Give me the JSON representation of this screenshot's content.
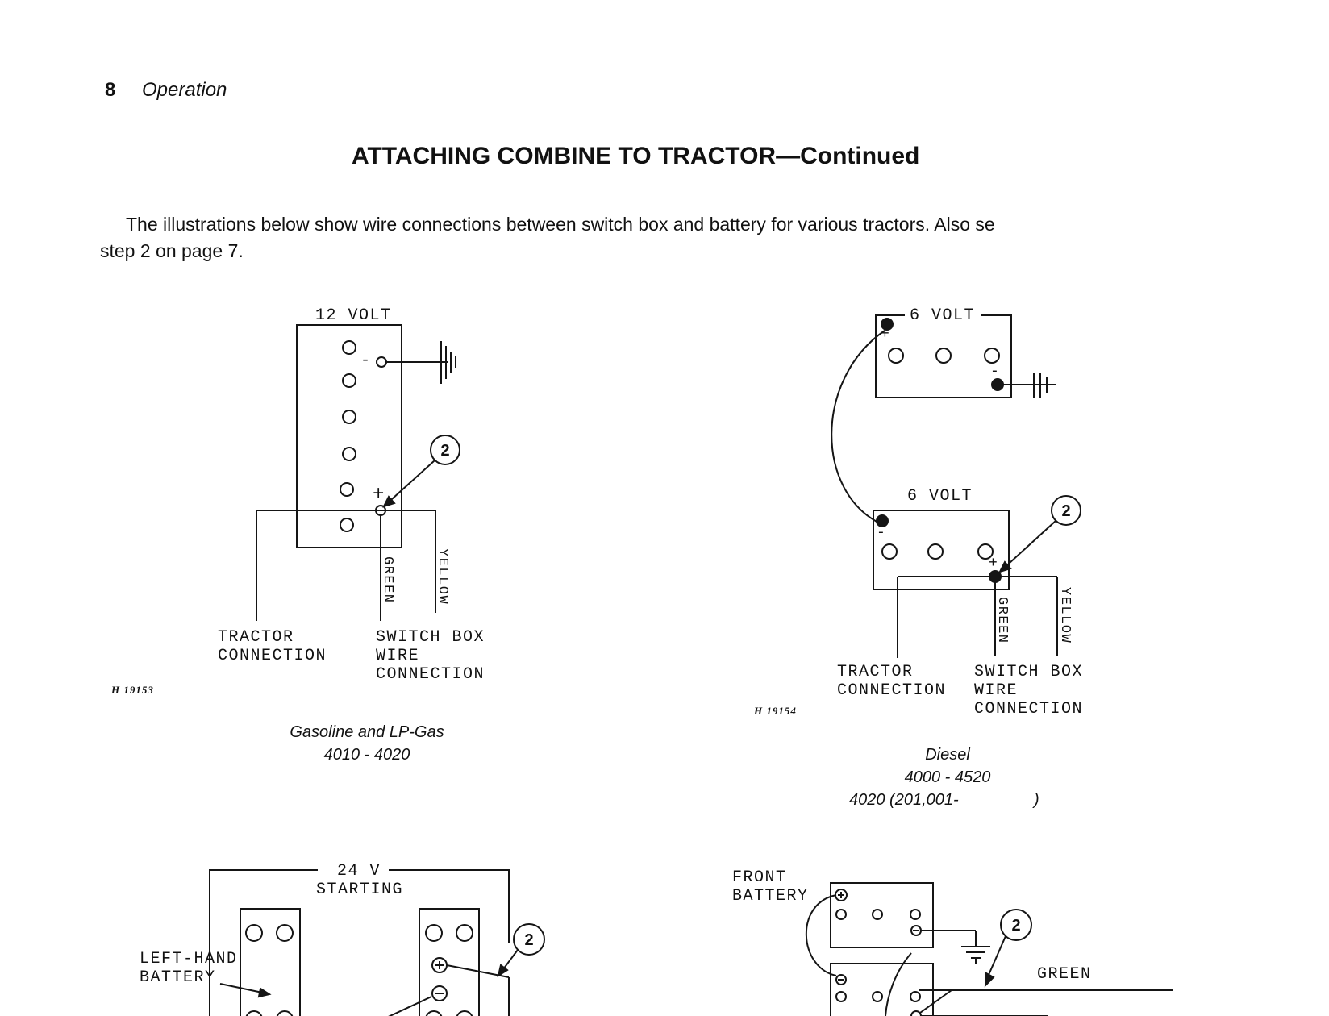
{
  "header": {
    "page_number": "8",
    "section": "Operation"
  },
  "title": "ATTACHING COMBINE TO TRACTOR—Continued",
  "intro": {
    "line1": "The illustrations below show wire connections between switch box and battery for various tractors. Also se",
    "line2": "step 2 on page 7."
  },
  "fig1": {
    "battery_label": "12 VOLT",
    "minus": "-",
    "plus": "+",
    "callout": "2",
    "wire_green": "GREEN",
    "wire_yellow": "YELLOW",
    "tractor_l1": "TRACTOR",
    "tractor_l2": "CONNECTION",
    "switch_l1": "SWITCH BOX",
    "switch_l2": "WIRE",
    "switch_l3": "CONNECTION",
    "fig_id": "H 19153",
    "caption_l1": "Gasoline and LP-Gas",
    "caption_l2": "4010 - 4020"
  },
  "fig2": {
    "battery_top_label": "6 VOLT",
    "battery_bottom_label": "6 VOLT",
    "plus": "+",
    "minus": "-",
    "callout": "2",
    "wire_green": "GREEN",
    "wire_yellow": "YELLOW",
    "tractor_l1": "TRACTOR",
    "tractor_l2": "CONNECTION",
    "switch_l1": "SWITCH BOX",
    "switch_l2": "WIRE",
    "switch_l3": "CONNECTION",
    "fig_id": "H 19154",
    "caption_l1": "Diesel",
    "caption_l2": "4000 - 4520",
    "caption_l3": "4020 (201,001-",
    "caption_l3_close": ")"
  },
  "fig3": {
    "label_l1": "24 V",
    "label_l2": "STARTING",
    "left_battery_l1": "LEFT-HAND",
    "left_battery_l2": "BATTERY",
    "callout": "2"
  },
  "fig4": {
    "front_l1": "FRONT",
    "front_l2": "BATTERY",
    "callout": "2",
    "wire_green": "GREEN"
  }
}
